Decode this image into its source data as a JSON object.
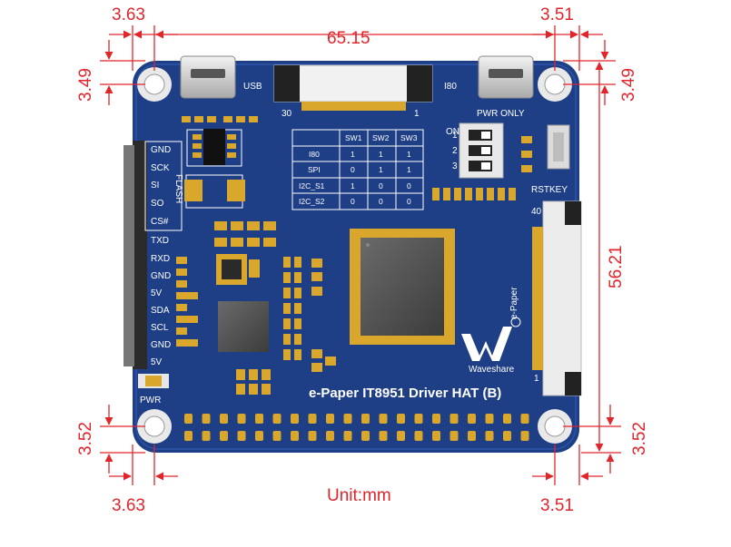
{
  "dimensions": {
    "top_left_margin": "3.63",
    "top_right_margin": "3.51",
    "top_width": "65.15",
    "left_top_margin": "3.49",
    "right_top_margin": "3.49",
    "right_height": "56.21",
    "left_bottom_margin": "3.52",
    "right_bottom_margin": "3.52",
    "bottom_left_margin": "3.63",
    "bottom_right_margin": "3.51",
    "unit": "Unit:mm"
  },
  "board": {
    "title": "e-Paper IT8951 Driver HAT (B)",
    "brand": "Waveshare",
    "usb_label": "USB",
    "i80_label": "I80",
    "pwr_only_label": "PWR ONLY",
    "rstkey_label": "RSTKEY",
    "pwr_label": "PWR",
    "flash_label": "FLASH",
    "epaper_label": "e-Paper",
    "fpc_left_pin": "30",
    "fpc_right_pin": "1",
    "epaper_pin_top": "40",
    "epaper_pin_bottom": "1",
    "dip_on": "ON",
    "dip_nums": [
      "1",
      "2",
      "3"
    ],
    "pin_labels": [
      "GND",
      "SCK",
      "SI",
      "SO",
      "CS#",
      "TXD",
      "RXD",
      "GND",
      "5V",
      "SDA",
      "SCL",
      "GND",
      "5V"
    ]
  },
  "switch_table": {
    "headers": [
      "",
      "SW1",
      "SW2",
      "SW3"
    ],
    "rows": [
      [
        "I80",
        "1",
        "1",
        "1"
      ],
      [
        "SPI",
        "0",
        "1",
        "1"
      ],
      [
        "I2C_S1",
        "1",
        "0",
        "0"
      ],
      [
        "I2C_S2",
        "0",
        "0",
        "0"
      ]
    ]
  },
  "colors": {
    "dimension": "#e0252b",
    "pcb": "#1e3f86",
    "gold": "#d8a72c",
    "silkscreen": "#ffffff"
  }
}
